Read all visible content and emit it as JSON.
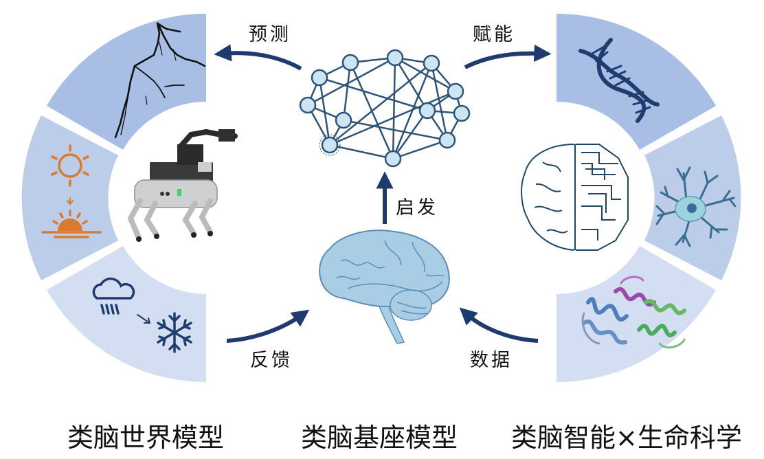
{
  "colors": {
    "segment_top": "#a8bee5",
    "segment_mid": "#bccde9",
    "segment_bottom": "#d3def2",
    "arrow": "#1e3a6e",
    "node_fill": "#cbe6f2",
    "node_stroke": "#2d5478",
    "brain_fill": "#a9cde5",
    "brain_stroke": "#5c8db5",
    "sun_orange": "#d97a2e",
    "icon_navy": "#1f3c6f"
  },
  "arrows": {
    "predict": "预测",
    "empower": "赋能",
    "inspire": "启发",
    "feedback": "反馈",
    "data": "数据"
  },
  "left_ring": {
    "segments": [
      {
        "name": "mountain",
        "icon": "mountain-sketch-icon"
      },
      {
        "name": "sun-to-sunset",
        "icon": "sun-sunset-icon"
      },
      {
        "name": "rain-to-snow",
        "icon": "rain-snow-icon"
      }
    ],
    "center_image": "quadruped-robot-with-arm"
  },
  "right_ring": {
    "segments": [
      {
        "name": "dna",
        "icon": "dna-icon"
      },
      {
        "name": "neuron",
        "icon": "neuron-icon"
      },
      {
        "name": "protein",
        "icon": "protein-structure-icon"
      }
    ],
    "center_image": "brain-circuit-icon"
  },
  "center": {
    "top_image": "neural-network-graph",
    "bottom_image": "human-brain"
  },
  "titles": {
    "left": "类脑世界模型",
    "center": "类脑基座模型",
    "right": "类脑智能×生命科学"
  }
}
